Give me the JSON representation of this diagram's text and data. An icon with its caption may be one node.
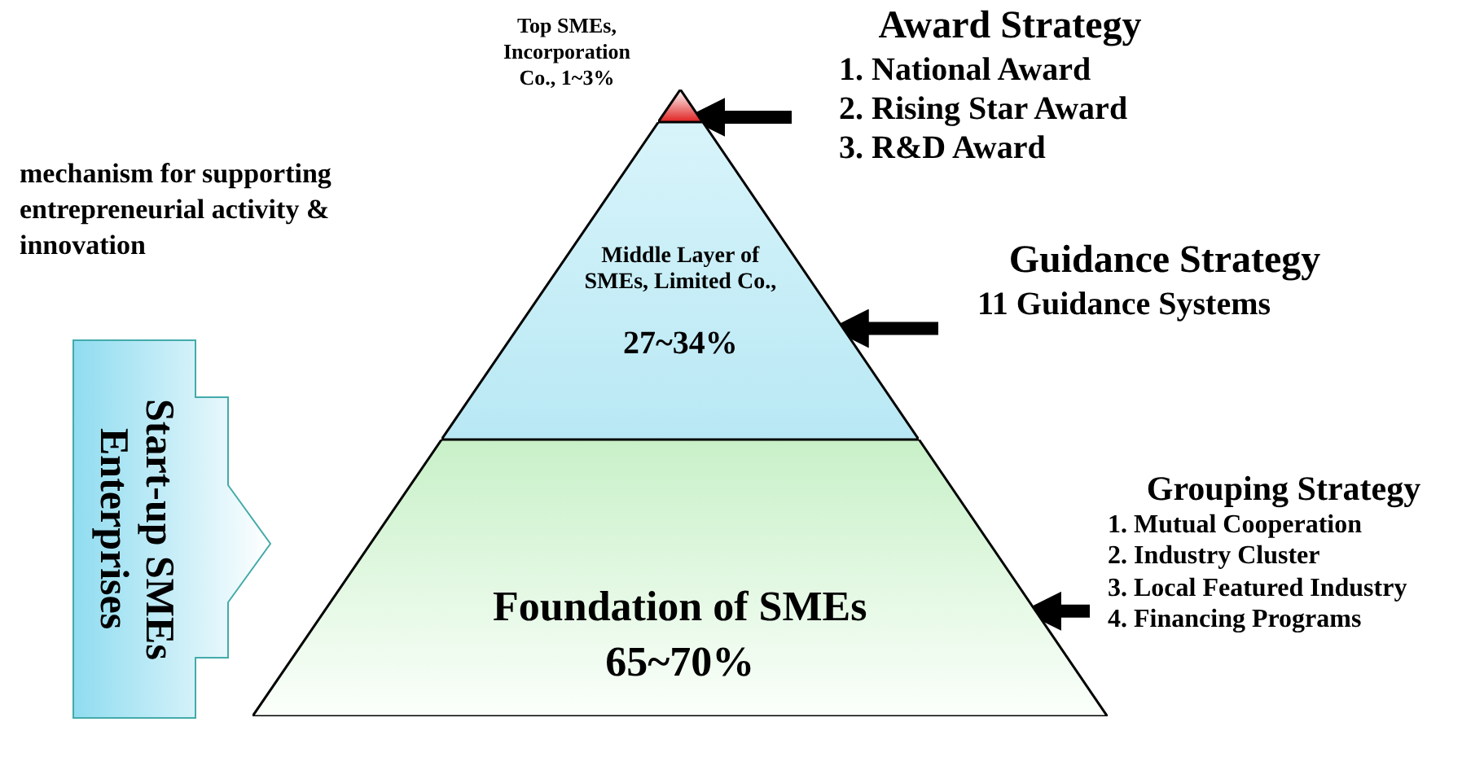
{
  "diagram": {
    "nodes": [
      {
        "text": [],
        "shape": "triangle",
        "beside": [
          "Top SMEs, Incorporation Co., 1~3%"
        ]
      },
      {
        "text": [
          "Middle Layer of SMEs, Limited Co.,",
          "27~34%"
        ]
      },
      {
        "text": [
          "Foundation of SMEs",
          "65~70%"
        ]
      },
      {
        "text": [
          "Award Strategy",
          "1. National Award",
          "2. Rising Star Award",
          "3. R&D Award"
        ]
      },
      {
        "text": [
          "Guidance Strategy",
          "11 Guidance Systems"
        ]
      },
      {
        "text": [
          "Grouping Strategy",
          "1. Mutual Cooperation",
          "2. Industry Cluster",
          "3. Local Featured Industry",
          "4. Financing Programs"
        ]
      },
      {
        "text": [
          "Start-up SMEs",
          "Enterprises"
        ]
      }
    ],
    "edges": [
      {
        "from": 3,
        "to": 0,
        "arrow": "to"
      },
      {
        "from": 4,
        "to": 1,
        "arrow": "to"
      },
      {
        "from": 5,
        "to": 2,
        "arrow": "to"
      }
    ],
    "labels": [
      "mechanism for supporting entrepreneurial activity & innovation"
    ]
  }
}
